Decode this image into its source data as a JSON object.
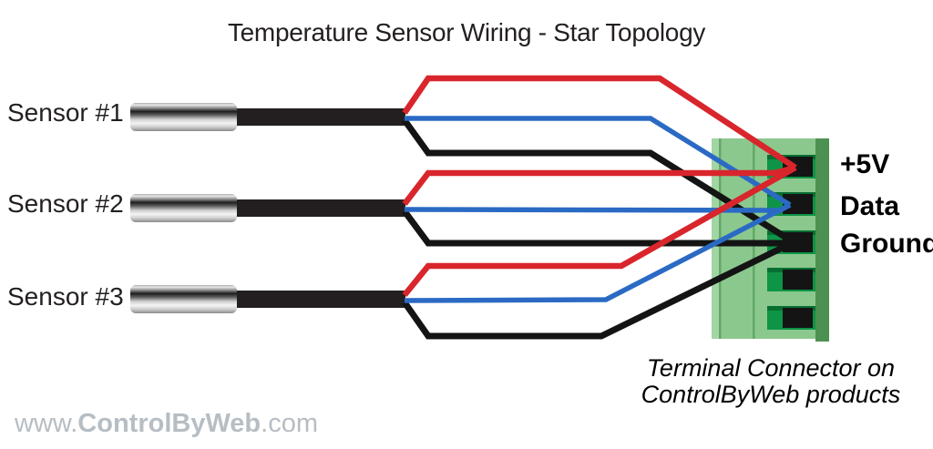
{
  "title": "Temperature Sensor Wiring - Star Topology",
  "sensors": [
    {
      "label": "Sensor #1"
    },
    {
      "label": "Sensor #2"
    },
    {
      "label": "Sensor #3"
    }
  ],
  "wire_colors": {
    "power_red": "#d9252c",
    "data_blue": "#2b6ac4",
    "ground_black": "#141414"
  },
  "terminal_block": {
    "pins": [
      {
        "label": "+5V"
      },
      {
        "label": "Data"
      },
      {
        "label": "Ground"
      }
    ],
    "empty_positions": 2,
    "caption_line1": "Terminal Connector on",
    "caption_line2": "ControlByWeb products",
    "body_color": "#8bc88e",
    "side_color": "#4c9151",
    "slot_color": "#0e9446"
  },
  "connections": [
    {
      "from": "Sensor #1",
      "wires": [
        {
          "color": "red",
          "to": "+5V"
        },
        {
          "color": "blue",
          "to": "Data"
        },
        {
          "color": "black",
          "to": "Ground"
        }
      ]
    },
    {
      "from": "Sensor #2",
      "wires": [
        {
          "color": "red",
          "to": "+5V"
        },
        {
          "color": "blue",
          "to": "Data"
        },
        {
          "color": "black",
          "to": "Ground"
        }
      ]
    },
    {
      "from": "Sensor #3",
      "wires": [
        {
          "color": "red",
          "to": "+5V"
        },
        {
          "color": "blue",
          "to": "Data"
        },
        {
          "color": "black",
          "to": "Ground"
        }
      ]
    }
  ],
  "watermark": {
    "prefix": "www.",
    "brand": "ControlByWeb",
    "suffix": ".com",
    "color": "#b6bdc3"
  }
}
